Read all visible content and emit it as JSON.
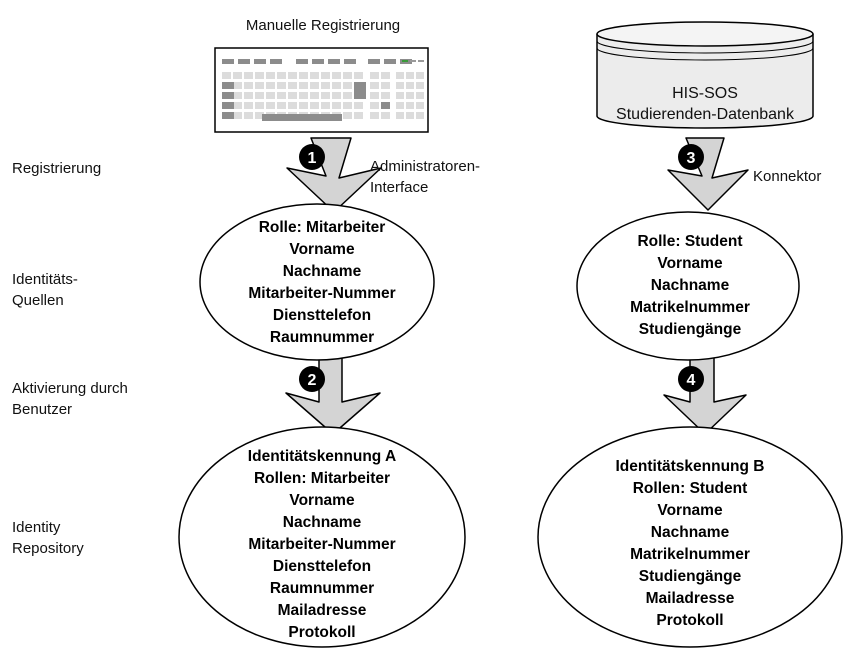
{
  "left_labels": {
    "registrierung": "Registrierung",
    "identitaets_quellen": [
      "Identitäts-",
      "Quellen"
    ],
    "aktivierung": [
      "Aktivierung durch",
      "Benutzer"
    ],
    "identity_repository": [
      "Identity",
      "Repository"
    ]
  },
  "keyboard_title": "Manuelle Registrierung",
  "database": {
    "lines": [
      "HIS-SOS",
      "Studierenden-Datenbank"
    ]
  },
  "arrow_labels": {
    "admin_interface": [
      "Administratoren-",
      "Interface"
    ],
    "konnektor": "Konnektor"
  },
  "step_numbers": [
    "1",
    "2",
    "3",
    "4"
  ],
  "ellipses": {
    "mitarbeiter_source": [
      "Rolle: Mitarbeiter",
      "Vorname",
      "Nachname",
      "Mitarbeiter-Nummer",
      "Diensttelefon",
      "Raumnummer"
    ],
    "student_source": [
      "Rolle: Student",
      "Vorname",
      "Nachname",
      "Matrikelnummer",
      "Studiengänge"
    ],
    "identity_a": [
      "Identitätskennung A",
      "Rollen: Mitarbeiter",
      "Vorname",
      "Nachname",
      "Mitarbeiter-Nummer",
      "Diensttelefon",
      "Raumnummer",
      "Mailadresse",
      "Protokoll"
    ],
    "identity_b": [
      "Identitätskennung B",
      "Rollen: Student",
      "Vorname",
      "Nachname",
      "Matrikelnummer",
      "Studiengänge",
      "Mailadresse",
      "Protokoll"
    ]
  },
  "colors": {
    "arrow_fill": "#d4d4d4",
    "db_fill": "#ececec",
    "keyboard_key": "#dcdcdc",
    "keyboard_key_dark": "#8c8c8c",
    "keyboard_led": "#3a9a3a",
    "badge": "#000000"
  }
}
